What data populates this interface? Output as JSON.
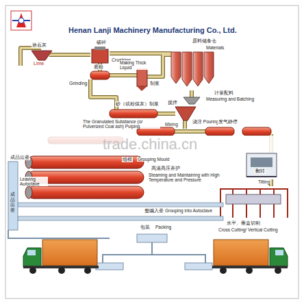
{
  "diagram": {
    "title": "Henan Lanji Machinery Manufacturing Co., Ltd.",
    "labels": [
      "块石灰",
      "Lime",
      "破碎",
      "Crushing",
      "原料储备仓",
      "Materials",
      "Making Thick Liquid",
      "制浆",
      "磨粉",
      "Grinding",
      "计量配料",
      "Measuring and Batching",
      "搅拌",
      "Mixing",
      "浇注 Pouring",
      "砂（或粉煤灰）制浆",
      "The Granulated Substance (or Pulverized Coal ash) Pulping",
      "发气静停",
      "trade.china.cn",
      "组模",
      "Grouping Mould",
      "翻转",
      "Tilting",
      "成品出釜",
      "Leaving Autoclave",
      "成品出釜",
      "高温高压养护",
      "Steaming and Maintaining with High Temperature and Pressure",
      "整编入釜",
      "Grouping into Autoclave",
      "水平、垂直切割",
      "Cross Cutting/ Vertical Cutting",
      "包装",
      "Packing"
    ]
  }
}
